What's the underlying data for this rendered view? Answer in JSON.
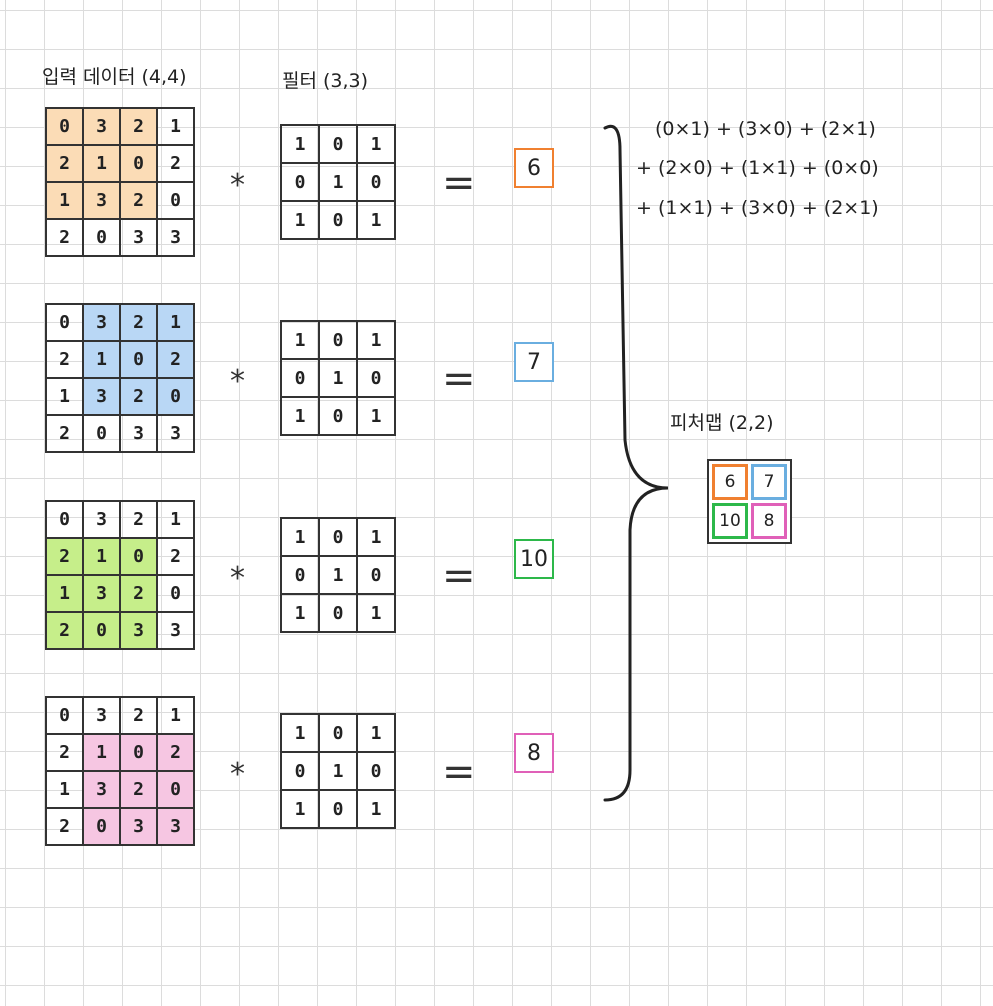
{
  "labels": {
    "input_title": "입력 데이터 (4,4)",
    "filter_title": "필터 (3,3)",
    "featuremap_title": "피처맵 (2,2)",
    "conv_symbol": "*",
    "equals_symbol": "="
  },
  "input_grid": [
    [
      "0",
      "3",
      "2",
      "1"
    ],
    [
      "2",
      "1",
      "0",
      "2"
    ],
    [
      "1",
      "3",
      "2",
      "0"
    ],
    [
      "2",
      "0",
      "3",
      "3"
    ]
  ],
  "filter_grid": [
    [
      "1",
      "0",
      "1"
    ],
    [
      "0",
      "1",
      "0"
    ],
    [
      "1",
      "0",
      "1"
    ]
  ],
  "steps": [
    {
      "window_row": 0,
      "window_col": 0,
      "highlight_color": "#fbdcb6",
      "result": "6",
      "result_color": "#f08030"
    },
    {
      "window_row": 0,
      "window_col": 1,
      "highlight_color": "#b9d7f5",
      "result": "7",
      "result_color": "#6aaee0"
    },
    {
      "window_row": 1,
      "window_col": 0,
      "highlight_color": "#c6ee8a",
      "result": "10",
      "result_color": "#2db84a"
    },
    {
      "window_row": 1,
      "window_col": 1,
      "highlight_color": "#f6c6e2",
      "result": "8",
      "result_color": "#e060b8"
    }
  ],
  "formula": [
    "(0×1) + (3×0) + (2×1)",
    "+ (2×0) + (1×1) + (0×0)",
    "+ (1×1) + (3×0) + (2×1)"
  ],
  "feature_map": [
    [
      {
        "value": "6",
        "color": "#f08030"
      },
      {
        "value": "7",
        "color": "#6aaee0"
      }
    ],
    [
      {
        "value": "10",
        "color": "#2db84a"
      },
      {
        "value": "8",
        "color": "#e060b8"
      }
    ]
  ]
}
